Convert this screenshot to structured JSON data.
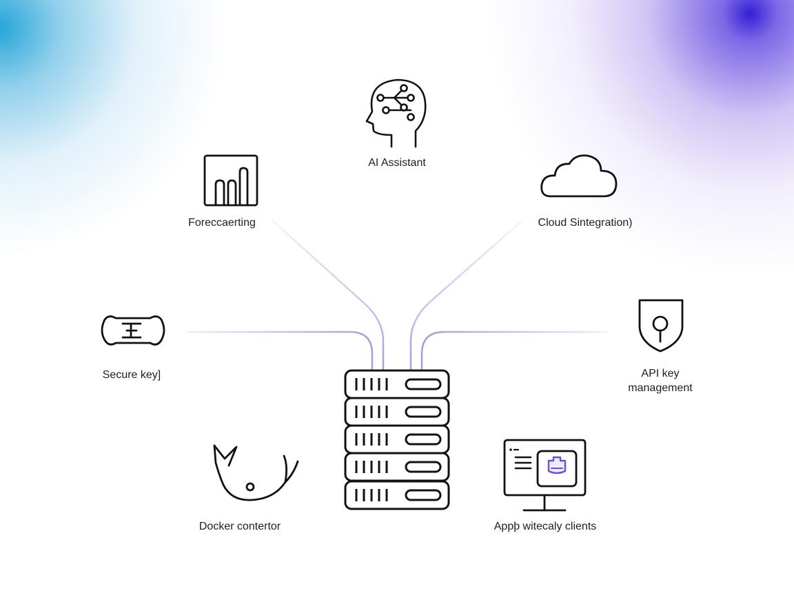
{
  "diagram": {
    "nodes": [
      {
        "id": "ai",
        "label": "AI Assistant",
        "icon": "head-circuit-icon"
      },
      {
        "id": "forecast",
        "label": "Foreccaerting",
        "icon": "bar-chart-icon"
      },
      {
        "id": "cloud",
        "label": "Cloud Sintegration)",
        "icon": "cloud-icon"
      },
      {
        "id": "key",
        "label": "Secure key]",
        "icon": "key-capsule-icon"
      },
      {
        "id": "api",
        "label": "API key management",
        "icon": "shield-keyhole-icon"
      },
      {
        "id": "docker",
        "label": "Docker contertor",
        "icon": "whale-icon"
      },
      {
        "id": "apps",
        "label": "Appþ witecaly clients",
        "icon": "monitor-app-icon"
      }
    ],
    "hub": {
      "icon": "server-rack-icon",
      "units": 5
    },
    "colors": {
      "line": "#9c8fdb",
      "baseline": "#8a7fd6",
      "stroke": "#111111",
      "accent": "#6b4fd6"
    }
  }
}
